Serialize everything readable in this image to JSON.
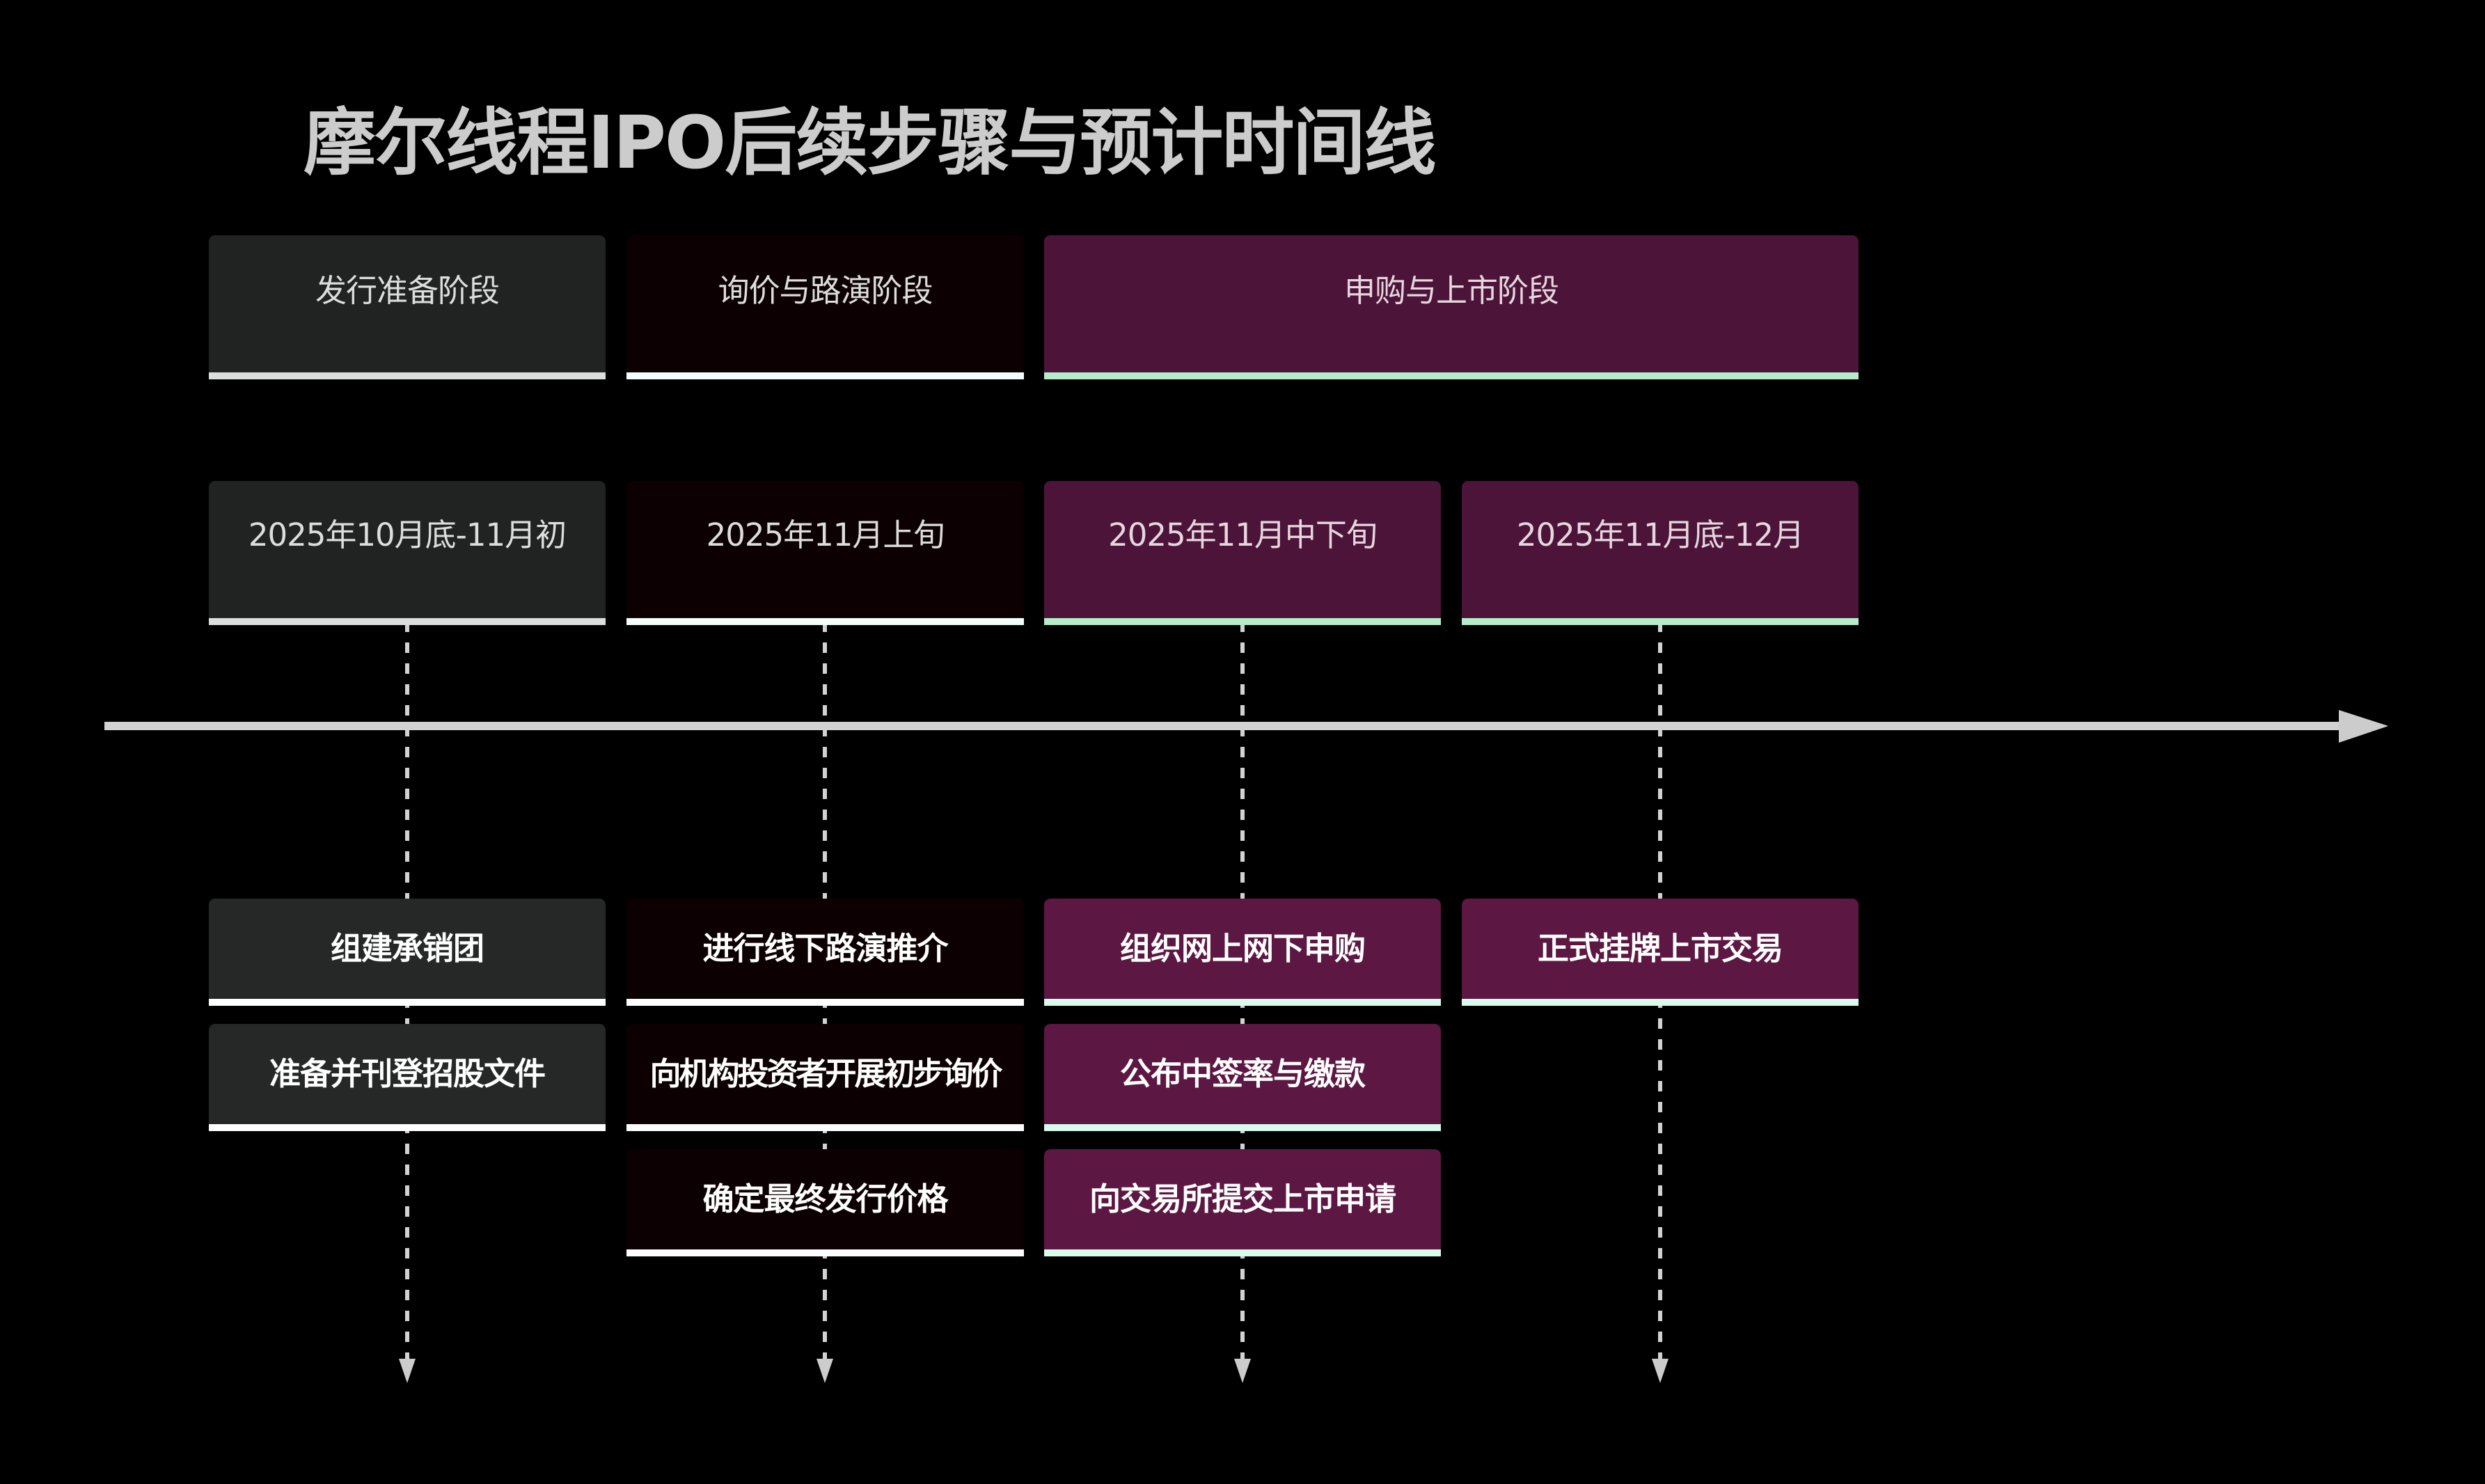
{
  "title": "摩尔线程IPO后续步骤与预计时间线",
  "colors": {
    "background": "#000000",
    "axis": "#cccccc",
    "gray_card": "#212322",
    "dark_card": "#0c0002",
    "purple_card": "#4b1438",
    "purple_step": "#5c1742",
    "mint_accent": "#b5ecc9"
  },
  "phases": [
    {
      "label": "发行准备阶段",
      "columns": [
        1
      ]
    },
    {
      "label": "询价与路演阶段",
      "columns": [
        2
      ]
    },
    {
      "label": "申购与上市阶段",
      "columns": [
        3,
        4
      ]
    }
  ],
  "timeline": {
    "direction": "left-to-right",
    "columns": [
      {
        "date": "2025年10月底-11月初",
        "steps": [
          "组建承销团",
          "准备并刊登招股文件"
        ]
      },
      {
        "date": "2025年11月上旬",
        "steps": [
          "进行线下路演推介",
          "向机构投资者开展初步询价",
          "确定最终发行价格"
        ]
      },
      {
        "date": "2025年11月中下旬",
        "steps": [
          "组织网上网下申购",
          "公布中签率与缴款",
          "向交易所提交上市申请"
        ]
      },
      {
        "date": "2025年11月底-12月",
        "steps": [
          "正式挂牌上市交易"
        ]
      }
    ]
  }
}
